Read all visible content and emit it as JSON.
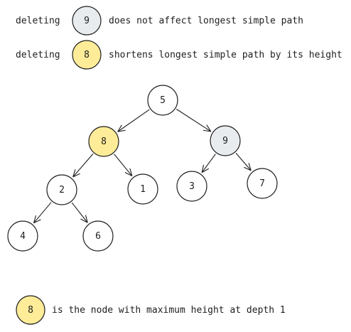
{
  "colors": {
    "highlight_yellow": "#ffec99",
    "highlight_gray": "#e9ecef",
    "node_white": "#ffffff",
    "stroke": "#1e1e1e"
  },
  "legend": {
    "row1": {
      "prefix": "deleting",
      "node": "9",
      "suffix": "does not affect longest simple path"
    },
    "row2": {
      "prefix": "deleting",
      "node": "8",
      "suffix": "shortens longest simple path by its height"
    },
    "row3": {
      "node": "8",
      "suffix": "is the node with maximum height at depth 1"
    }
  },
  "tree": {
    "nodes": [
      {
        "id": "n5",
        "label": "5"
      },
      {
        "id": "n8",
        "label": "8"
      },
      {
        "id": "n9",
        "label": "9"
      },
      {
        "id": "n2",
        "label": "2"
      },
      {
        "id": "n1",
        "label": "1"
      },
      {
        "id": "n3",
        "label": "3"
      },
      {
        "id": "n7",
        "label": "7"
      },
      {
        "id": "n4",
        "label": "4"
      },
      {
        "id": "n6",
        "label": "6"
      }
    ],
    "edges": [
      {
        "from": "n5",
        "to": "n8"
      },
      {
        "from": "n5",
        "to": "n9"
      },
      {
        "from": "n8",
        "to": "n2"
      },
      {
        "from": "n8",
        "to": "n1"
      },
      {
        "from": "n9",
        "to": "n3"
      },
      {
        "from": "n9",
        "to": "n7"
      },
      {
        "from": "n2",
        "to": "n4"
      },
      {
        "from": "n2",
        "to": "n6"
      }
    ]
  }
}
